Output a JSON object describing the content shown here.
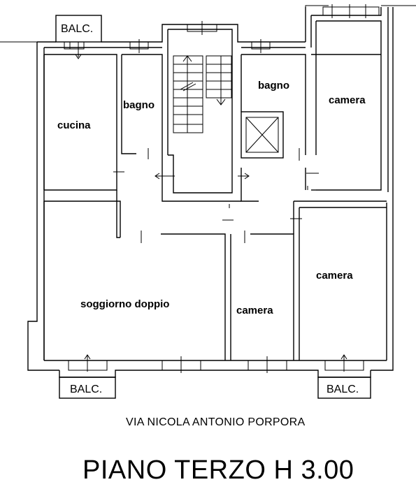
{
  "rooms": {
    "cucina": "cucina",
    "bagno_left": "bagno",
    "bagno_right": "bagno",
    "camera_top_right": "camera",
    "soggiorno": "soggiorno doppio",
    "camera_center": "camera",
    "camera_bottom_right": "camera"
  },
  "balconies": {
    "top": "BALC.",
    "bottom_left": "BALC.",
    "bottom_right": "BALC."
  },
  "street": "VIA NICOLA ANTONIO PORPORA",
  "floor_title": "PIANO TERZO H 3.00"
}
